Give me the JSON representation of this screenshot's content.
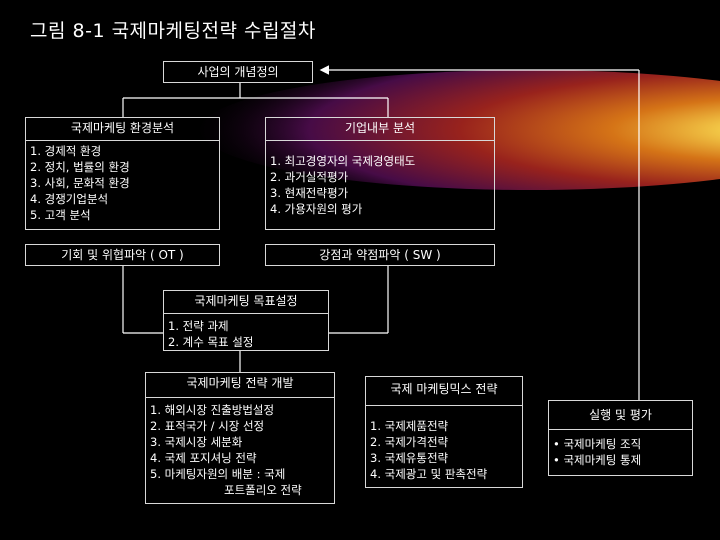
{
  "title": "그림 8-1 국제마케팅전략 수립절차",
  "business": "사업의 개념정의",
  "env": {
    "header": "국제마케팅 환경분석",
    "items": [
      "1. 경제적 환경",
      "2. 정치, 법률의 환경",
      "3. 사회, 문화적 환경",
      "4. 경쟁기업분석",
      "5. 고객 분석"
    ]
  },
  "internal": {
    "header": "기업내부 분석",
    "items": [
      "1. 최고경영자의 국제경영태도",
      "2. 과거실적평가",
      "3. 현재전략평가",
      "4. 가용자원의 평가"
    ]
  },
  "ot": "기회 및 위협파악 ( OT )",
  "sw": "강점과 약점파악 ( SW )",
  "goal": {
    "header": "국제마케팅 목표설정",
    "items": [
      "1. 전략 과제",
      "2. 계수 목표 설정"
    ]
  },
  "strategy": {
    "header": "국제마케팅 전략 개발",
    "items": [
      "1. 해외시장 진출방법설정",
      "2. 표적국가 / 시장 선정",
      "3. 국제시장 세분화",
      "4. 국제 포지셔닝 전략",
      "5. 마케팅자원의 배분 : 국제",
      "포트폴리오 전략"
    ]
  },
  "mix": {
    "header": "국제 마케팅믹스 전략",
    "items": [
      "1. 국제제품전략",
      "2. 국제가격전략",
      "3. 국제유통전략",
      "4. 국제광고 및 판촉전략"
    ]
  },
  "exec": {
    "header": "실행 및 평가",
    "items": [
      "• 국제마케팅 조직",
      "• 국제마케팅 통제"
    ]
  },
  "colors": {
    "background": "#000000",
    "line": "#ffffff",
    "glow_core": "#ffe27a",
    "glow_outer": "#5a1070"
  }
}
